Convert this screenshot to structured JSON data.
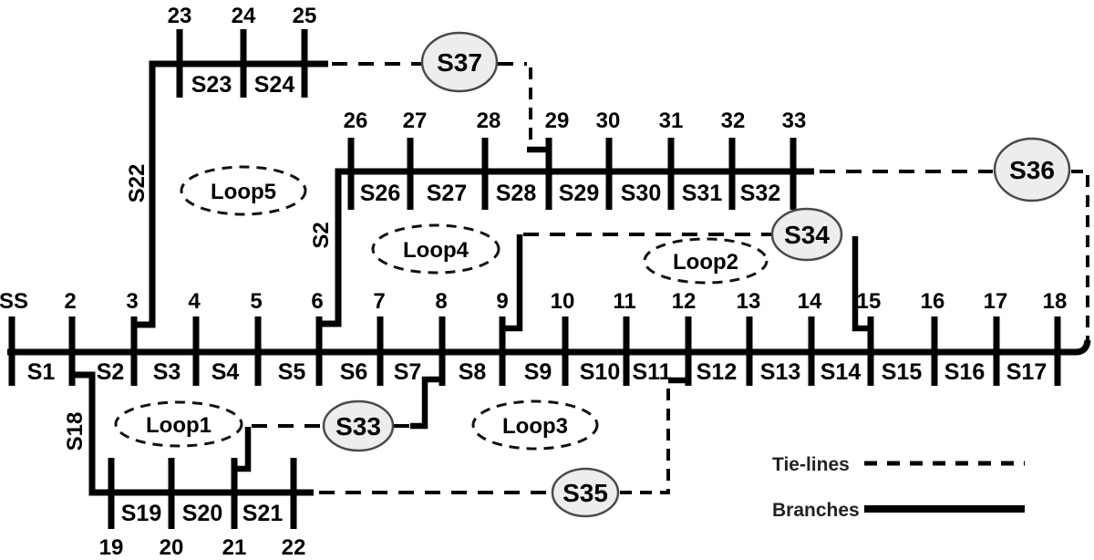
{
  "feeders": {
    "main": {
      "buses": [
        "SS",
        "2",
        "3",
        "4",
        "5",
        "6",
        "7",
        "8",
        "9",
        "10",
        "11",
        "12",
        "13",
        "14",
        "15",
        "16",
        "17",
        "18"
      ],
      "branches": [
        "S1",
        "S2",
        "S3",
        "S4",
        "S5",
        "S6",
        "S7",
        "S8",
        "S9",
        "S10",
        "S11",
        "S12",
        "S13",
        "S14",
        "S15",
        "S16",
        "S17"
      ]
    },
    "top": {
      "buses": [
        "23",
        "24",
        "25"
      ],
      "branches": [
        "S23",
        "S24"
      ],
      "riser": "S22"
    },
    "middle": {
      "buses": [
        "26",
        "27",
        "28",
        "29",
        "30",
        "31",
        "32",
        "33"
      ],
      "branches": [
        "S26",
        "S27",
        "S28",
        "S29",
        "S30",
        "S31",
        "S32"
      ],
      "riser": "S2"
    },
    "bottom": {
      "buses": [
        "19",
        "20",
        "21",
        "22"
      ],
      "branches": [
        "S19",
        "S20",
        "S21"
      ],
      "riser": "S18"
    }
  },
  "tie_switches": {
    "s33": "S33",
    "s34": "S34",
    "s35": "S35",
    "s36": "S36",
    "s37": "S37"
  },
  "loops": {
    "loop1": "Loop1",
    "loop2": "Loop2",
    "loop3": "Loop3",
    "loop4": "Loop4",
    "loop5": "Loop5"
  },
  "legend": {
    "tie_lines": "Tie-lines",
    "branches": "Branches"
  },
  "colors": {
    "line": "#000000",
    "switch_fill": "#ededed",
    "switch_stroke": "#4a4a4a",
    "background": "#ffffff"
  }
}
